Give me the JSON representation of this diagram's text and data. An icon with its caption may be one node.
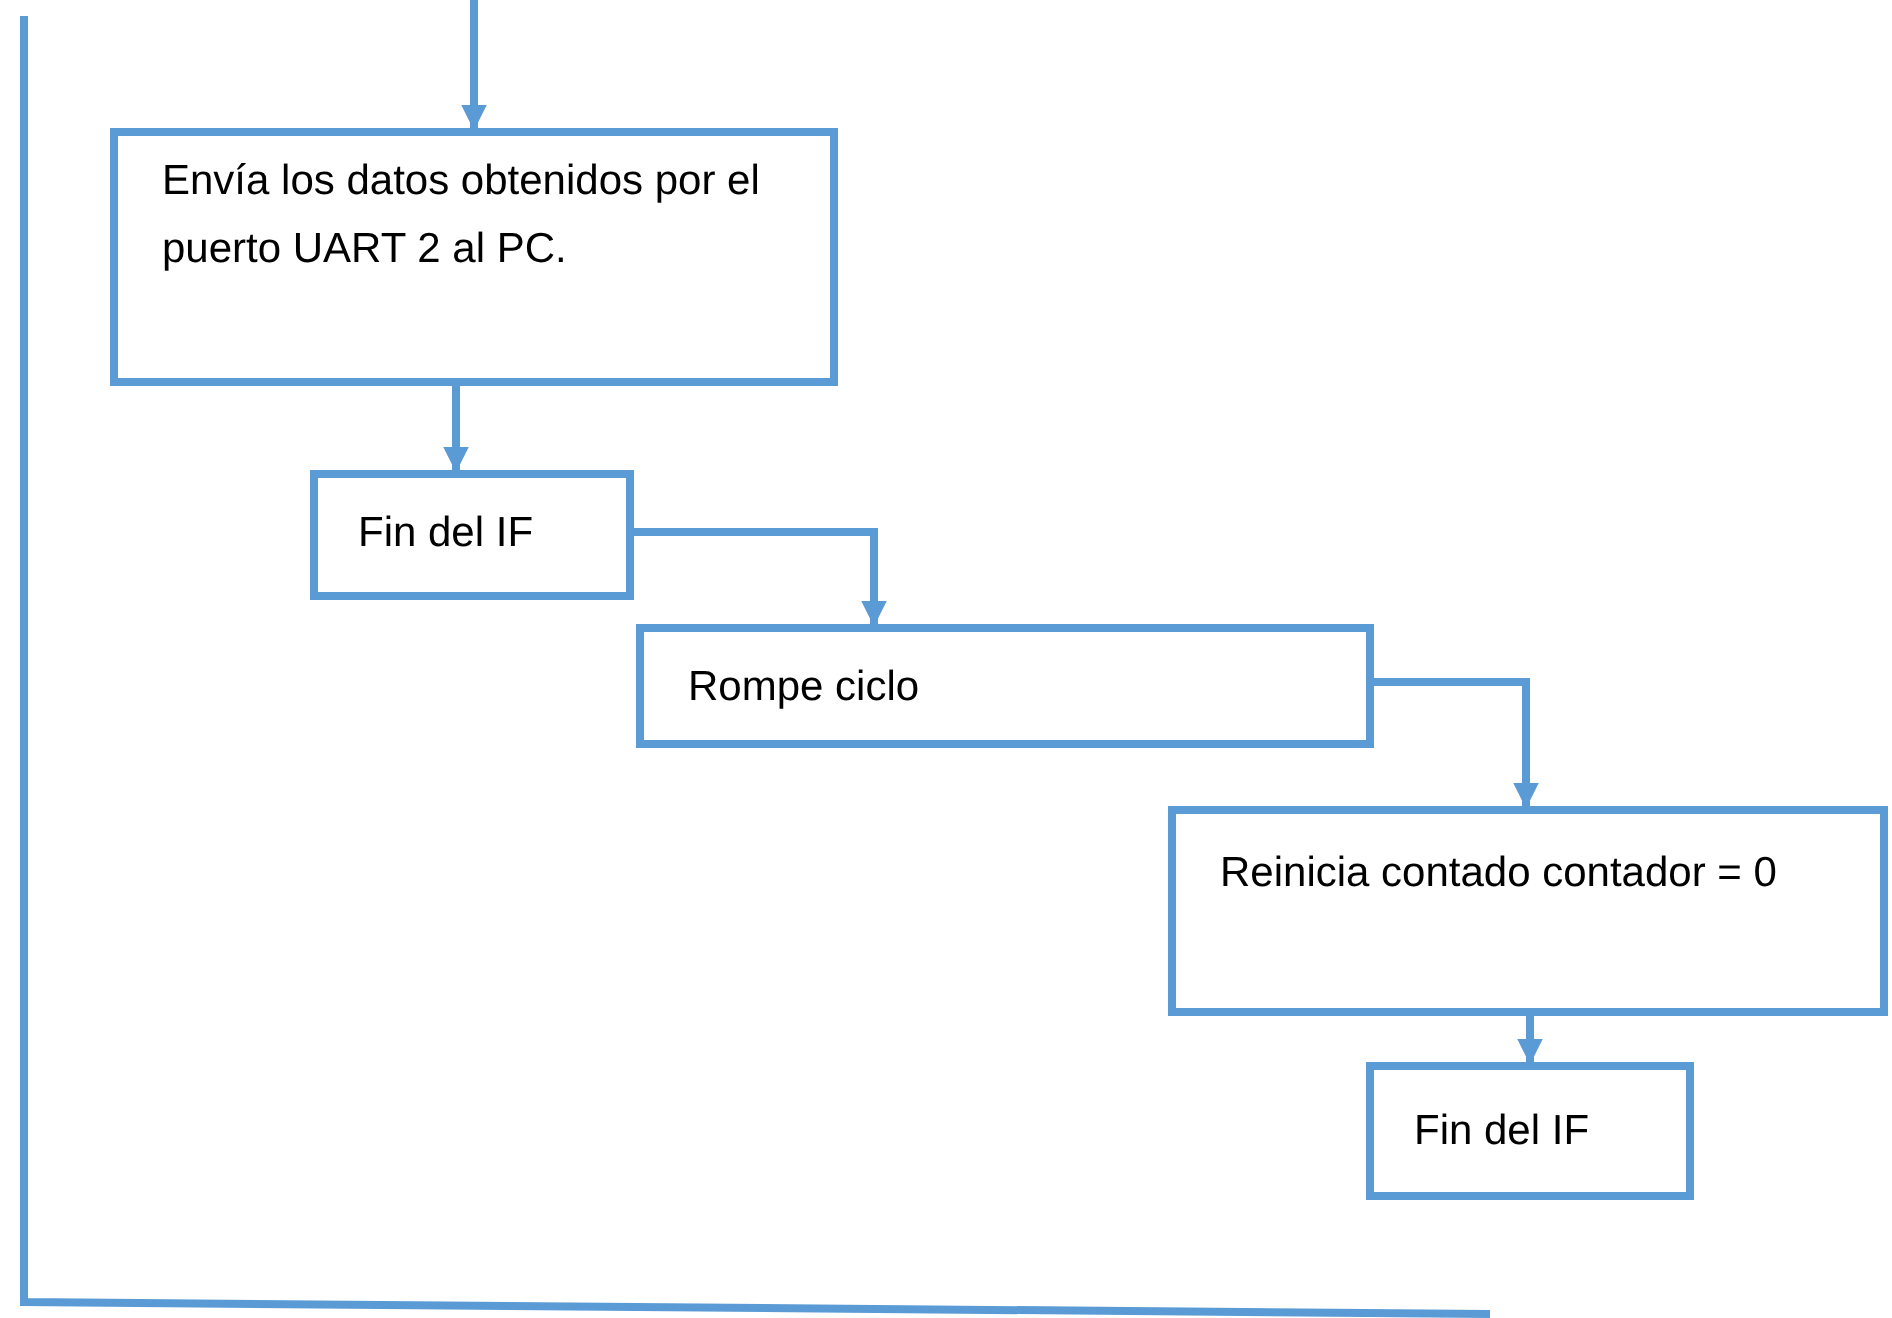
{
  "diagram": {
    "nodes": [
      {
        "text": [
          "Envía los datos obtenidos por el puerto UART 2 al PC."
        ]
      },
      {
        "text": [
          "Fin del IF"
        ]
      },
      {
        "text": [
          "Rompe ciclo"
        ]
      },
      {
        "text": [
          "Reinicia contado contador = 0"
        ]
      },
      {
        "text": [
          "Fin del IF"
        ]
      }
    ],
    "edges": [
      {
        "from": null,
        "to": 0,
        "arrow": "to"
      },
      {
        "from": 0,
        "to": 1,
        "arrow": "to"
      },
      {
        "from": 1,
        "to": 2,
        "arrow": "to"
      },
      {
        "from": 2,
        "to": 3,
        "arrow": "to"
      },
      {
        "from": 3,
        "to": 4,
        "arrow": "to"
      }
    ]
  }
}
